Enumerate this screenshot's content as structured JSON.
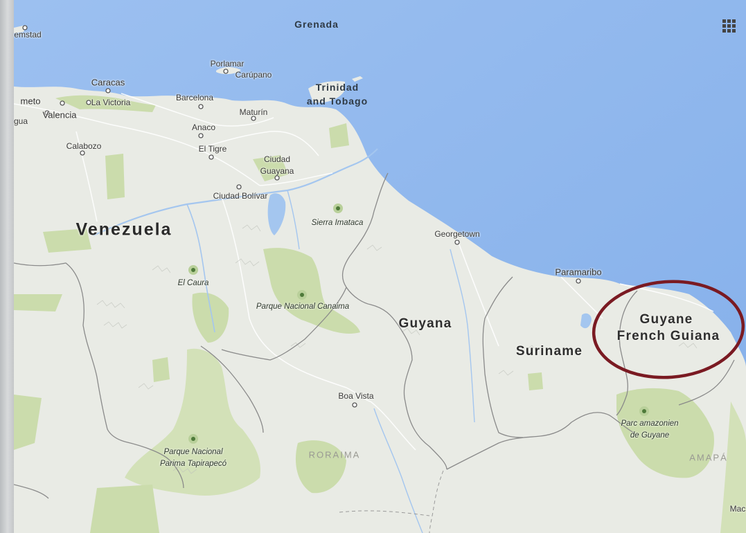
{
  "map": {
    "countries": {
      "venezuela": "Venezuela",
      "guyana": "Guyana",
      "suriname": "Suriname",
      "french_guiana_local": "Guyane",
      "french_guiana": "French Guiana",
      "trinidad_1": "Trinidad",
      "trinidad_2": "and Tobago",
      "grenada": "Grenada"
    },
    "cities": {
      "willemstad": "emstad",
      "caracas": "Caracas",
      "barquisimeto": "meto",
      "la_victoria": "La Victoria",
      "valencia": "Valencia",
      "acarigua": "gua",
      "porlamar": "Porlamar",
      "carupano": "Carúpano",
      "barcelona": "Barcelona",
      "maturin": "Maturín",
      "anaco": "Anaco",
      "calabozo": "Calabozo",
      "el_tigre": "El Tigre",
      "ciudad_guayana_1": "Ciudad",
      "ciudad_guayana_2": "Guayana",
      "ciudad_bolivar": "Ciudad Bolívar",
      "georgetown": "Georgetown",
      "paramaribo": "Paramaribo",
      "boa_vista": "Boa Vista",
      "macapa": "Mac"
    },
    "parks": {
      "sierra_imataca": "Sierra Imataca",
      "el_caura": "El Caura",
      "canaima": "Parque Nacional Canaima",
      "parima_1": "Parque Nacional",
      "parima_2": "Parima Tapirapecó",
      "amazonien_1": "Parc amazonien",
      "amazonien_2": "de Guyane"
    },
    "regions": {
      "roraima": "RORAIMA",
      "amapa": "AMAPÁ"
    }
  },
  "highlight": {
    "target": "French Guiana",
    "color": "#7a1a22"
  },
  "colors": {
    "ocean": "#8db6ed",
    "land": "#e9ebe5",
    "park": "#cbdcac",
    "river": "#a4c6ef"
  },
  "icons": {
    "apps": "grid-apps-icon"
  }
}
